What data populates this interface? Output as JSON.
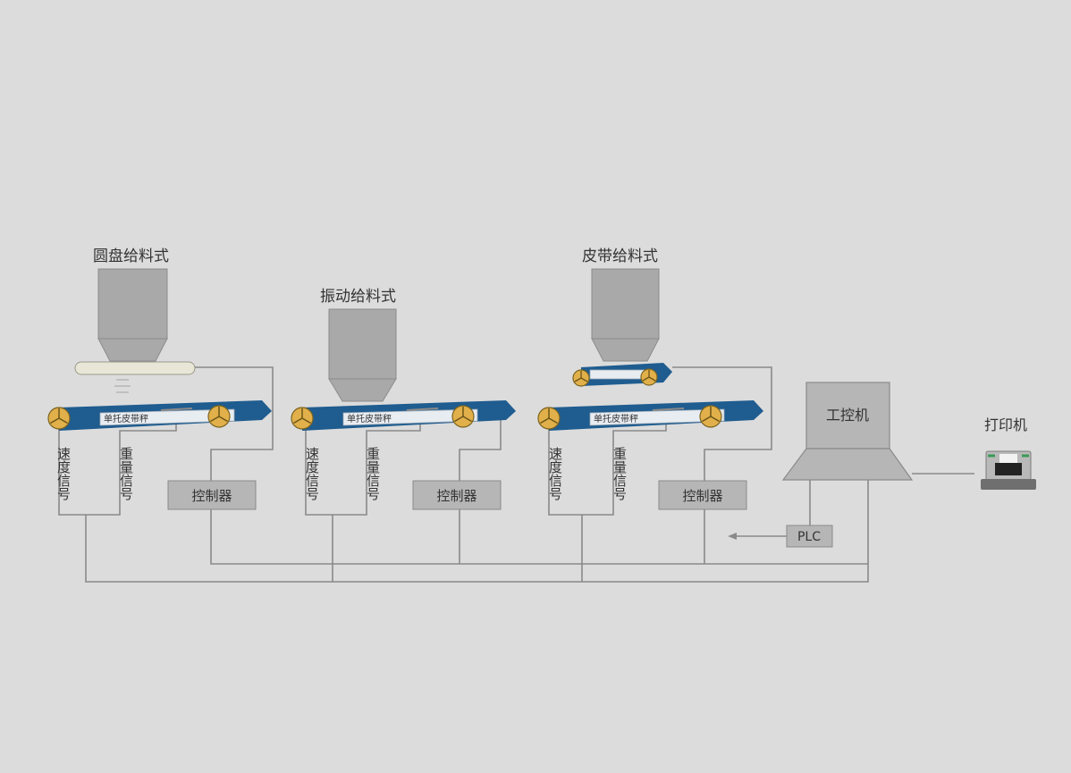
{
  "labels": {
    "feeder_disc": "圆盘给料式",
    "feeder_vibrating": "振动给料式",
    "feeder_belt": "皮带给料式",
    "belt_scale": "单托皮带秤",
    "speed_signal": "速度信号",
    "weight_signal": "重量信号",
    "controller": "控制器",
    "industrial_pc": "工控机",
    "printer": "打印机",
    "plc": "PLC"
  },
  "colors": {
    "background": "#dcdcdc",
    "hopper": "#a9a9a9",
    "hopper_stroke": "#8c8c8c",
    "belt": "#1f5c8f",
    "roller": "#e1b04a",
    "box": "#b6b6b6",
    "line": "#8a8a8a",
    "text": "#333333"
  }
}
